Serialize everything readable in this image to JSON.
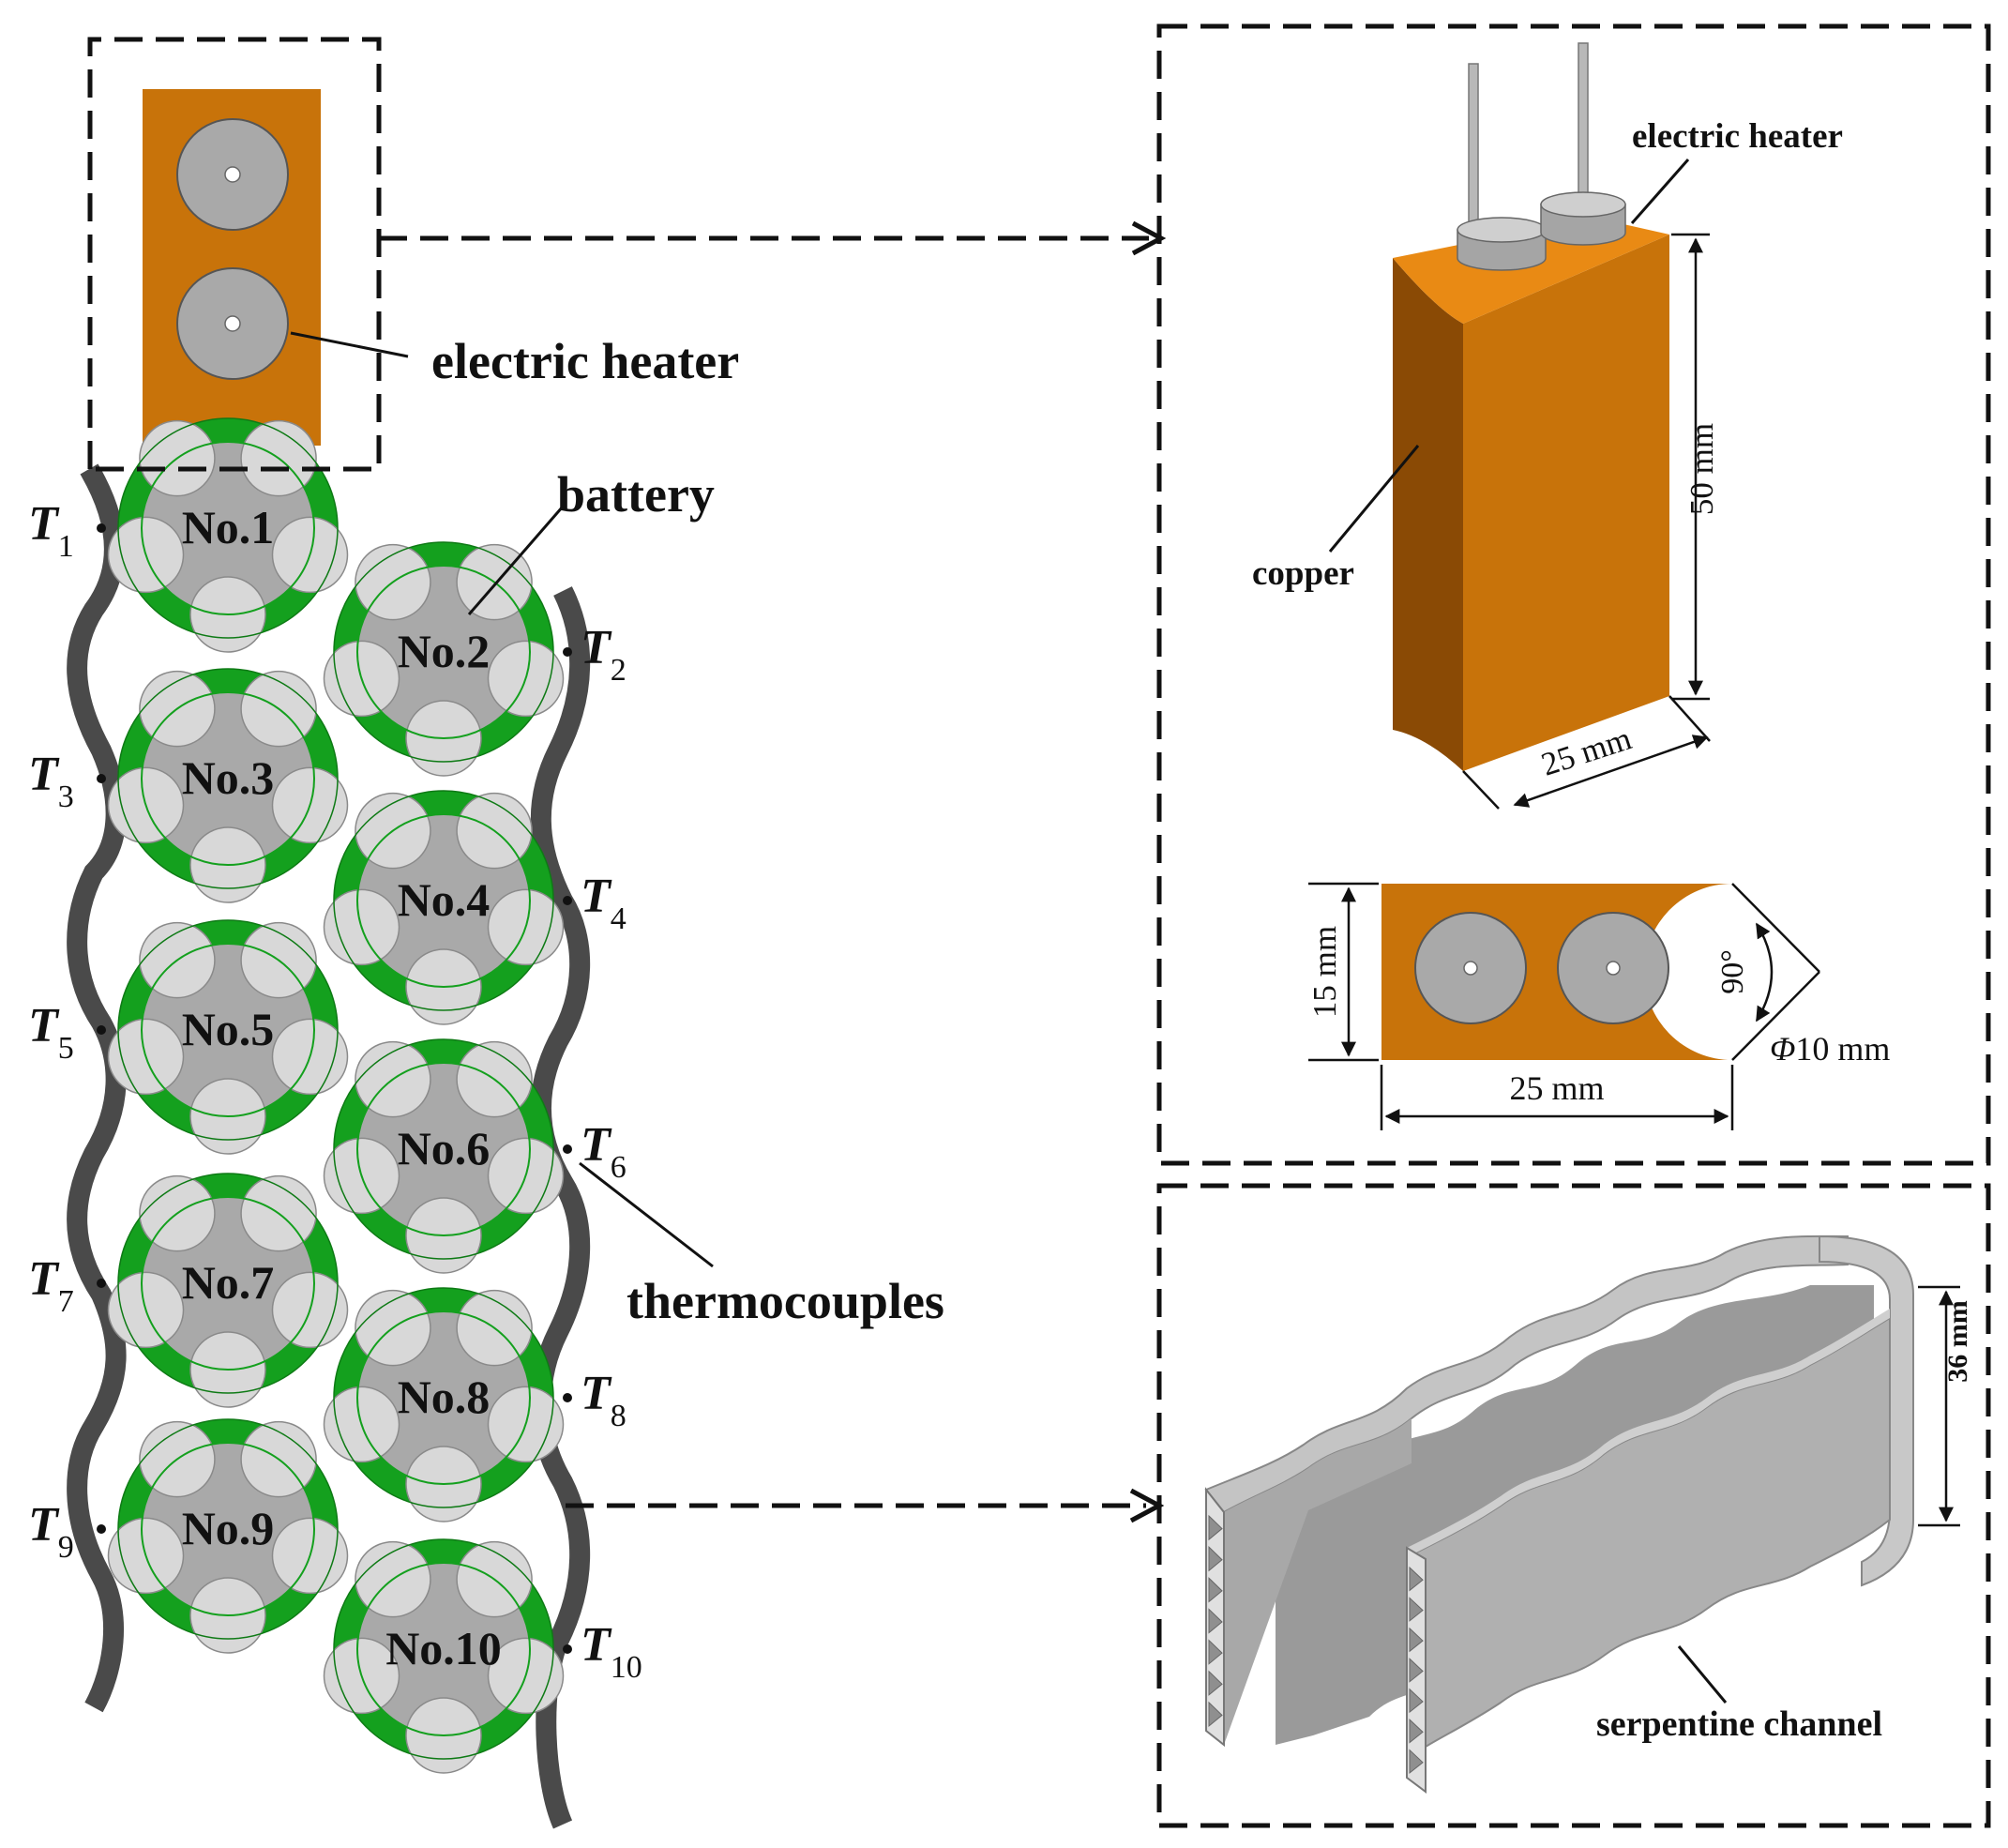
{
  "colors": {
    "copper": "#c8730a",
    "copper_dark": "#8a4a05",
    "copper_top": "#e98a14",
    "ring_green": "#14a01e",
    "cell_gray": "#a9a9a9",
    "cell_light": "#d8d8d8",
    "channel_wall": "#4a4a4a",
    "channel_3d": "#b4b4b4"
  },
  "left": {
    "heater_label": "electric heater",
    "battery_label": "battery",
    "thermocouples_label": "thermocouples",
    "batteries": [
      "No.1",
      "No.2",
      "No.3",
      "No.4",
      "No.5",
      "No.6",
      "No.7",
      "No.8",
      "No.9",
      "No.10"
    ],
    "sensor_letter": "T",
    "sensors": [
      "1",
      "2",
      "3",
      "4",
      "5",
      "6",
      "7",
      "8",
      "9",
      "10"
    ]
  },
  "top_right": {
    "heater_label": "electric heater",
    "copper_label": "copper",
    "height_dim": "50 mm",
    "width_dim_3d": "25 mm",
    "plan_height_dim": "15 mm",
    "plan_width_dim": "25 mm",
    "angle_dim": "90°",
    "diameter_symbol": "Φ",
    "diameter_dim": "10 mm"
  },
  "bottom_right": {
    "height_dim": "36 mm",
    "channel_label": "serpentine channel"
  }
}
